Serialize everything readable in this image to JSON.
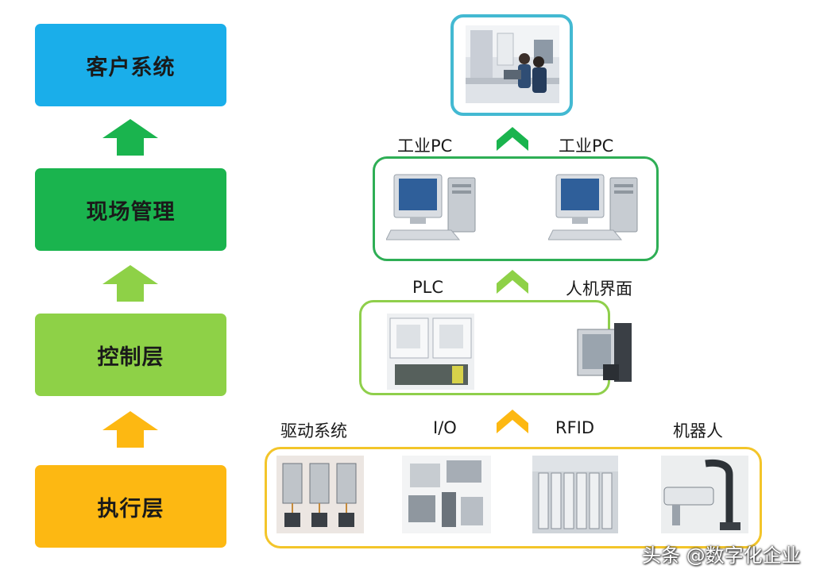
{
  "levels": {
    "customer": "客户系统",
    "field": "现场管理",
    "control": "控制层",
    "execution": "执行层"
  },
  "labels": {
    "pc_left": "工业PC",
    "pc_right": "工业PC",
    "plc": "PLC",
    "hmi": "人机界面",
    "drive": "驱动系统",
    "io": "I/O",
    "rfid": "RFID",
    "robot": "机器人"
  },
  "watermark": "头条 @数字化企业",
  "colors": {
    "customer": "#1aaeea",
    "field": "#1ab44e",
    "control": "#8ed147",
    "execution": "#fdb812"
  }
}
